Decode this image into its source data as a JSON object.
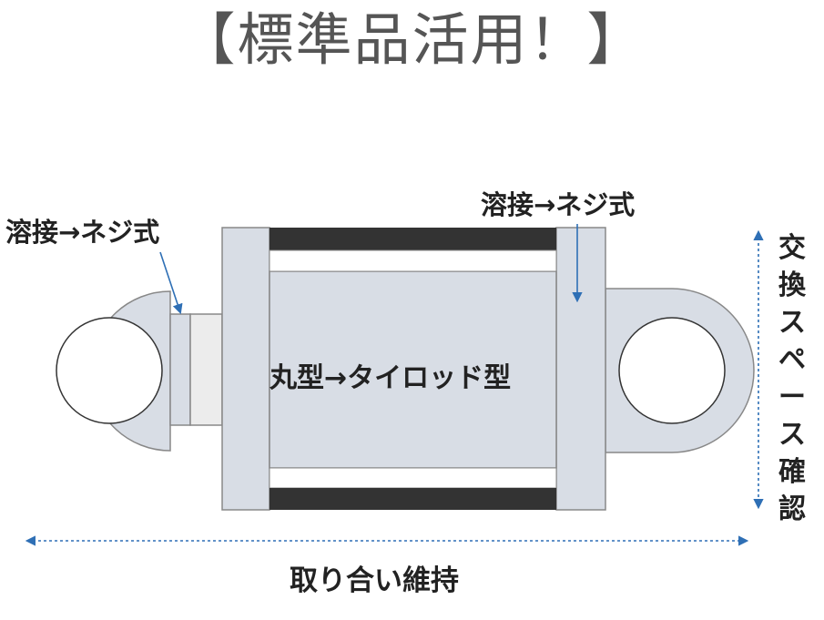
{
  "title": "【標準品活用！】",
  "labels": {
    "weld_left": "溶接→ネジ式",
    "weld_right": "溶接→ネジ式",
    "center": "丸型→タイロッド型",
    "bottom": "取り合い維持",
    "vertical_chars": [
      "交",
      "換",
      "ス",
      "ペ",
      "ー",
      "ス",
      "確",
      "認"
    ]
  },
  "colors": {
    "body_fill": "#d8dde5",
    "body_stroke": "#888888",
    "band_fill": "#333333",
    "arrow": "#2e6fb5",
    "text": "#222222",
    "title": "#555555"
  }
}
